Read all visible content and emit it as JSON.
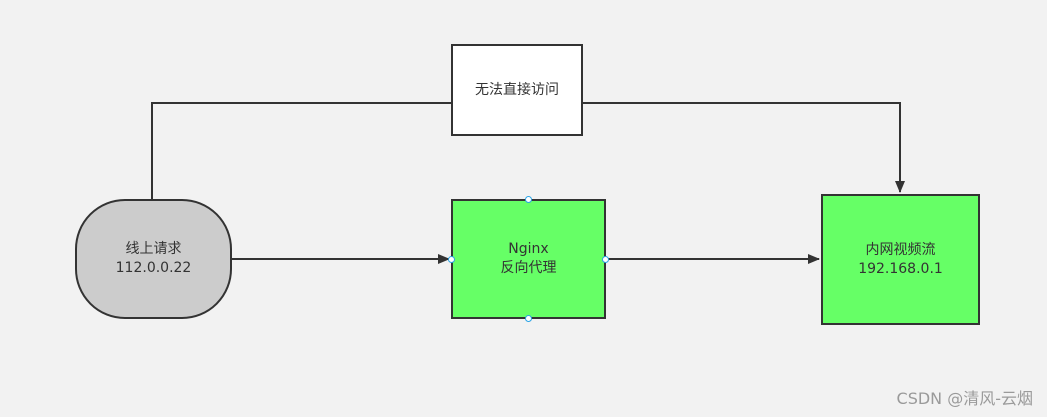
{
  "nodes": {
    "request": {
      "line1": "线上请求",
      "line2": "112.0.0.22",
      "fill": "#cccccc"
    },
    "blocked": {
      "label": "无法直接访问",
      "fill": "#ffffff"
    },
    "nginx": {
      "line1": "Nginx",
      "line2": "反向代理",
      "fill": "#66ff66"
    },
    "stream": {
      "line1": "内网视频流",
      "line2": "192.168.0.1",
      "fill": "#66ff66"
    }
  },
  "edges": [
    {
      "from": "request",
      "to": "nginx"
    },
    {
      "from": "nginx",
      "to": "stream"
    },
    {
      "from": "request",
      "to": "stream",
      "via": "blocked"
    }
  ],
  "colors": {
    "stroke": "#333333",
    "selection_handle": "#29a3e6",
    "background": "#f2f2f2"
  },
  "watermark": "CSDN @清风-云烟"
}
